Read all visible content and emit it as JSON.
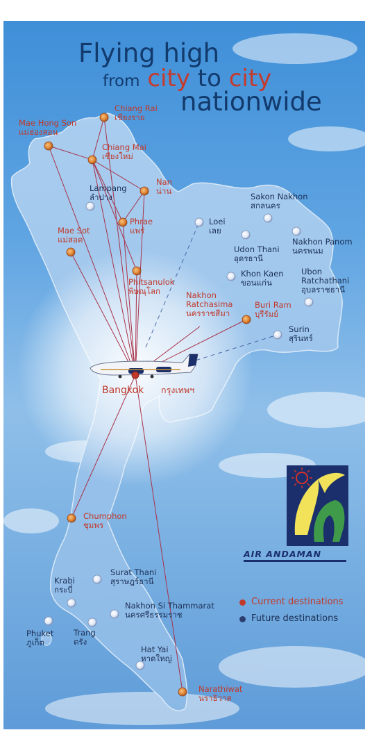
{
  "title": {
    "line1": "Flying high",
    "line2_a": "from",
    "line2_b": "city",
    "line2_c": "to",
    "line2_d": "city",
    "line3": "nationwide"
  },
  "brand": {
    "name": "AIR ANDAMAN"
  },
  "legend": {
    "current": "Current destinations",
    "future": "Future destinations",
    "current_color": "#c0392b",
    "future_color": "#2c3e70"
  },
  "hub": {
    "en": "Bangkok",
    "th": "กรุงเทพฯ"
  },
  "cities": {
    "chiang_rai": {
      "en": "Chiang Rai",
      "th": "เชียงราย",
      "status": "current"
    },
    "mae_hong_son": {
      "en": "Mae Hong Son",
      "th": "แม่ฮ่องสอน",
      "status": "current"
    },
    "chiang_mai": {
      "en": "Chiang Mai",
      "th": "เชียงใหม่",
      "status": "current"
    },
    "lampang": {
      "en": "Lampang",
      "th": "ลำปาง",
      "status": "future"
    },
    "nan": {
      "en": "Nan",
      "th": "น่าน",
      "status": "current"
    },
    "phrae": {
      "en": "Phrae",
      "th": "แพร่",
      "status": "current"
    },
    "mae_sot": {
      "en": "Mae Sot",
      "th": "แม่สอด",
      "status": "current"
    },
    "phitsanulok": {
      "en": "Phitsanulok",
      "th": "พิษณุโลก",
      "status": "current"
    },
    "loei": {
      "en": "Loei",
      "th": "เลย",
      "status": "future"
    },
    "sakon_nakhon": {
      "en": "Sakon Nakhon",
      "th": "สกลนคร",
      "status": "future"
    },
    "udon_thani": {
      "en": "Udon Thani",
      "th": "อุดรธานี",
      "status": "future"
    },
    "nakhon_panom": {
      "en": "Nakhon Panom",
      "th": "นครพนม",
      "status": "future"
    },
    "khon_kaen": {
      "en": "Khon Kaen",
      "th": "ขอนแก่น",
      "status": "future"
    },
    "ubon": {
      "en": "Ubon",
      "en2": "Ratchathani",
      "th": "อุบลราชธานี",
      "status": "future"
    },
    "nakhon_ratchasima": {
      "en": "Nakhon",
      "en2": "Ratchasima",
      "th": "นครราชสีมา",
      "status": "current"
    },
    "buri_ram": {
      "en": "Buri Ram",
      "th": "บุรีรัมย์",
      "status": "current"
    },
    "surin": {
      "en": "Surin",
      "th": "สุรินทร์",
      "status": "future"
    },
    "chumphon": {
      "en": "Chumphon",
      "th": "ชุมพร",
      "status": "current"
    },
    "surat_thani": {
      "en": "Surat Thani",
      "th": "สุราษฎร์ธานี",
      "status": "future"
    },
    "krabi": {
      "en": "Krabi",
      "th": "กระบี่",
      "status": "future"
    },
    "nakhon_si_thammarat": {
      "en": "Nakhon Si Thammarat",
      "th": "นครศรีธรรมราช",
      "status": "future"
    },
    "phuket": {
      "en": "Phuket",
      "th": "ภูเก็ต",
      "status": "future"
    },
    "trang": {
      "en": "Trang",
      "th": "ตรัง",
      "status": "future"
    },
    "hat_yai": {
      "en": "Hat Yai",
      "th": "หาดใหญ่",
      "status": "future"
    },
    "narathiwat": {
      "en": "Narathiwat",
      "th": "นราธิวาส",
      "status": "current"
    }
  }
}
